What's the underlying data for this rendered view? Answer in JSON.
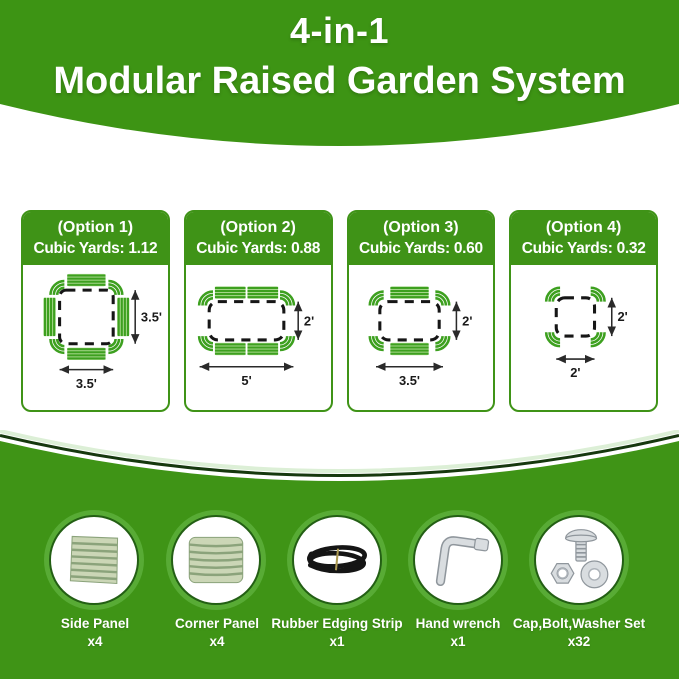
{
  "banner": {
    "title": "4-in-1",
    "subtitle": "Modular Raised Garden System"
  },
  "options": [
    {
      "name": "(Option 1)",
      "cubic_yards": "Cubic Yards: 1.12",
      "width_label": "3.5'",
      "height_label": "3.5'"
    },
    {
      "name": "(Option 2)",
      "cubic_yards": "Cubic Yards: 0.88",
      "width_label": "5'",
      "height_label": "2'"
    },
    {
      "name": "(Option 3)",
      "cubic_yards": "Cubic Yards: 0.60",
      "width_label": "3.5'",
      "height_label": "2'"
    },
    {
      "name": "(Option 4)",
      "cubic_yards": "Cubic Yards: 0.32",
      "width_label": "2'",
      "height_label": "2'"
    }
  ],
  "parts": [
    {
      "name": "Side Panel",
      "qty": "x4",
      "icon": "side-panel-icon"
    },
    {
      "name": "Corner Panel",
      "qty": "x4",
      "icon": "corner-panel-icon"
    },
    {
      "name": "Rubber Edging Strip",
      "qty": "x1",
      "icon": "rubber-edging-strip-icon"
    },
    {
      "name": "Hand wrench",
      "qty": "x1",
      "icon": "hand-wrench-icon"
    },
    {
      "name": "Cap,Bolt,Washer Set",
      "qty": "x32",
      "icon": "cap-bolt-washer-icon"
    }
  ],
  "colors": {
    "banner_green": "#3d9414",
    "card_green": "#3f9317",
    "panel_green": "#3da01f",
    "panel_light": "#b9e09e",
    "bottom_green": "#3f9416",
    "curve_dark": "#16380e",
    "curve_pale": "#dcefd6",
    "halo_green": "#58ab35",
    "circle_ring": "#235f14",
    "sage": "#cbd6b6",
    "sage_dark": "#8ba37b",
    "metal": "#d9dde0",
    "metal_dark": "#8f969c",
    "rubber_black": "#151515"
  }
}
